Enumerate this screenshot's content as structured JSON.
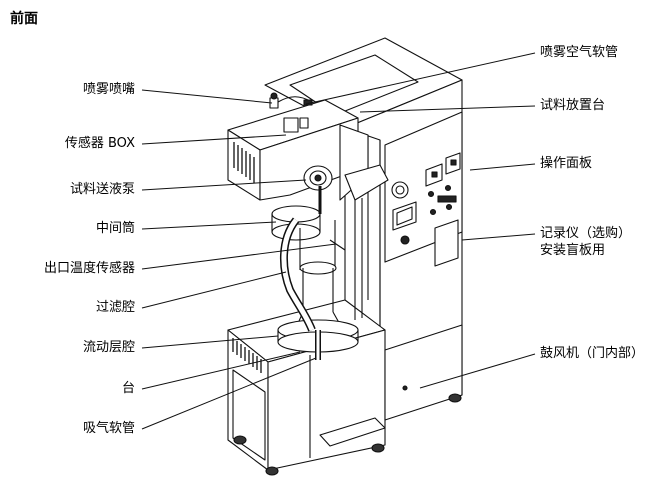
{
  "page_title": "前面",
  "labels_left": [
    "喷雾喷嘴",
    "传感器 BOX",
    "试料送液泵",
    "中间筒",
    "出口温度传感器",
    "过滤腔",
    "流动层腔",
    "台",
    "吸气软管"
  ],
  "labels_right": [
    "喷雾空气软管",
    "试料放置台",
    "操作面板",
    "记录仪（选购）",
    "安装盲板用",
    "鼓风机（门内部）"
  ]
}
